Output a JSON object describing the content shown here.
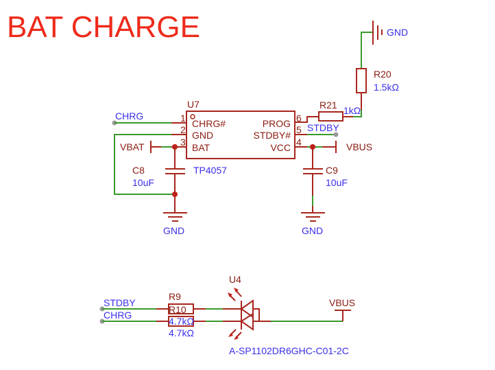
{
  "title": "BAT CHARGE",
  "colors": {
    "wire": "#3a9a2a",
    "symbol": "#a8261c",
    "net_label": "#3a2ee8",
    "title": "#ee2a1a"
  },
  "u7": {
    "ref": "U7",
    "value": "TP4057",
    "pins_left": [
      {
        "num": "1",
        "name": "CHRG#"
      },
      {
        "num": "2",
        "name": "GND"
      },
      {
        "num": "3",
        "name": "BAT"
      }
    ],
    "pins_right": [
      {
        "num": "6",
        "name": "PROG"
      },
      {
        "num": "5",
        "name": "STDBY#"
      },
      {
        "num": "4",
        "name": "VCC"
      }
    ]
  },
  "r20": {
    "ref": "R20",
    "value": "1.5kΩ"
  },
  "r21": {
    "ref": "R21",
    "value": "1kΩ"
  },
  "c8": {
    "ref": "C8",
    "value": "10uF"
  },
  "c9": {
    "ref": "C9",
    "value": "10uF"
  },
  "r9": {
    "ref": "R9",
    "value": "4.7kΩ"
  },
  "r10": {
    "ref": "R10",
    "value": "4.7kΩ"
  },
  "u4": {
    "ref": "U4",
    "value": "A-SP1102DR6GHC-C01-2C"
  },
  "nets": {
    "gnd": "GND",
    "chrg": "CHRG",
    "stdby": "STDBY",
    "vbat": "VBAT",
    "vbus": "VBUS"
  }
}
